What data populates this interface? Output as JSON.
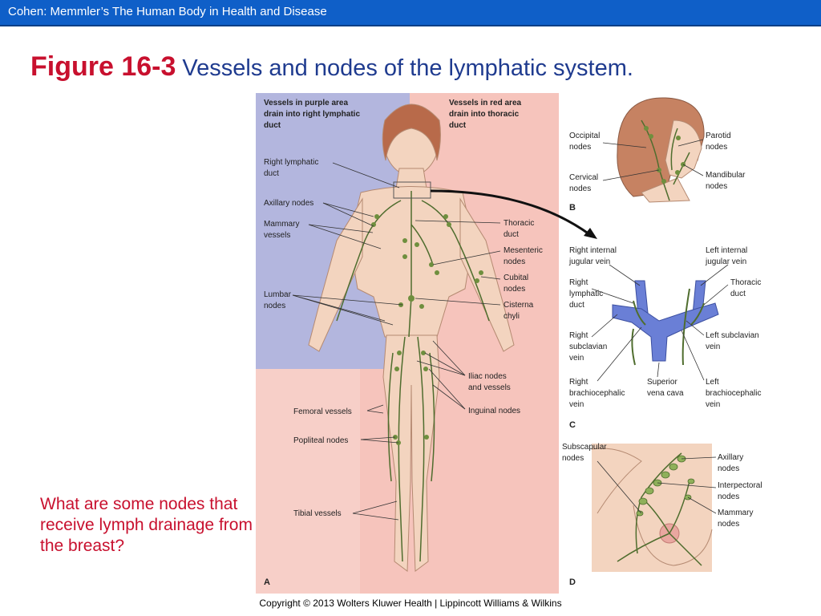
{
  "header": {
    "title": "Cohen: Memmler’s The Human Body in Health and Disease"
  },
  "figure": {
    "number": "Figure 16-3",
    "caption": "Vessels and nodes of the lymphatic system."
  },
  "panel_a": {
    "label": "A",
    "purple_area_note": [
      "Vessels in purple area",
      "drain into right  lymphatic",
      "duct"
    ],
    "red_area_note": [
      "Vessels in red area",
      "drain into thoracic",
      "duct"
    ],
    "left_labels": {
      "right_lymphatic_duct": [
        "Right lymphatic",
        "duct"
      ],
      "axillary_nodes": "Axillary nodes",
      "mammary_vessels": [
        "Mammary",
        "vessels"
      ],
      "lumbar_nodes": [
        "Lumbar",
        "nodes"
      ],
      "femoral_vessels": "Femoral vessels",
      "popliteal_nodes": "Popliteal nodes",
      "tibial_vessels": "Tibial vessels"
    },
    "right_labels": {
      "thoracic_duct": [
        "Thoracic",
        "duct"
      ],
      "mesenteric_nodes": [
        "Mesenteric",
        "nodes"
      ],
      "cubital_nodes": [
        "Cubital",
        "nodes"
      ],
      "cisterna_chyli": [
        "Cisterna",
        "chyli"
      ],
      "iliac_nodes": [
        "Iliac nodes",
        "and vessels"
      ],
      "inguinal_nodes": "Inguinal nodes"
    }
  },
  "panel_b": {
    "label": "B",
    "occipital_nodes": [
      "Occipital",
      "nodes"
    ],
    "cervical_nodes": [
      "Cervical",
      "nodes"
    ],
    "parotid_nodes": [
      "Parotid",
      "nodes"
    ],
    "mandibular_nodes": [
      "Mandibular",
      "nodes"
    ]
  },
  "panel_c": {
    "label": "C",
    "right_internal_jugular": [
      "Right internal",
      "jugular vein"
    ],
    "left_internal_jugular": [
      "Left internal",
      "jugular vein"
    ],
    "right_lymphatic_duct": [
      "Right",
      "lymphatic",
      "duct"
    ],
    "thoracic_duct": [
      "Thoracic",
      "duct"
    ],
    "right_subclavian": [
      "Right",
      "subclavian",
      "vein"
    ],
    "left_subclavian": [
      "Left subclavian",
      "vein"
    ],
    "right_brachiocephalic": [
      "Right",
      "brachiocephalic",
      "vein"
    ],
    "superior_vena_cava": [
      "Superior",
      "vena cava"
    ],
    "left_brachiocephalic": [
      "Left",
      "brachiocephalic",
      "vein"
    ]
  },
  "panel_d": {
    "label": "D",
    "subscapular_nodes": [
      "Subscapular",
      "nodes"
    ],
    "axillary_nodes": [
      "Axillary",
      "nodes"
    ],
    "interpectoral_nodes": [
      "Interpectoral",
      "nodes"
    ],
    "mammary_nodes": [
      "Mammary",
      "nodes"
    ]
  },
  "question": "What are some nodes that receive lymph drainage from the breast?",
  "copyright": "Copyright © 2013 Wolters Kluwer Health | Lippincott Williams & Wilkins",
  "colors": {
    "header_bar": "#0f5fc8",
    "figure_number": "#c8102e",
    "caption": "#1f3b8f",
    "purple_area": "#b3b6de",
    "red_area": "#f6c4bc",
    "lymph_vessel": "#4f6d2e",
    "vein": "#6a7fd6"
  }
}
